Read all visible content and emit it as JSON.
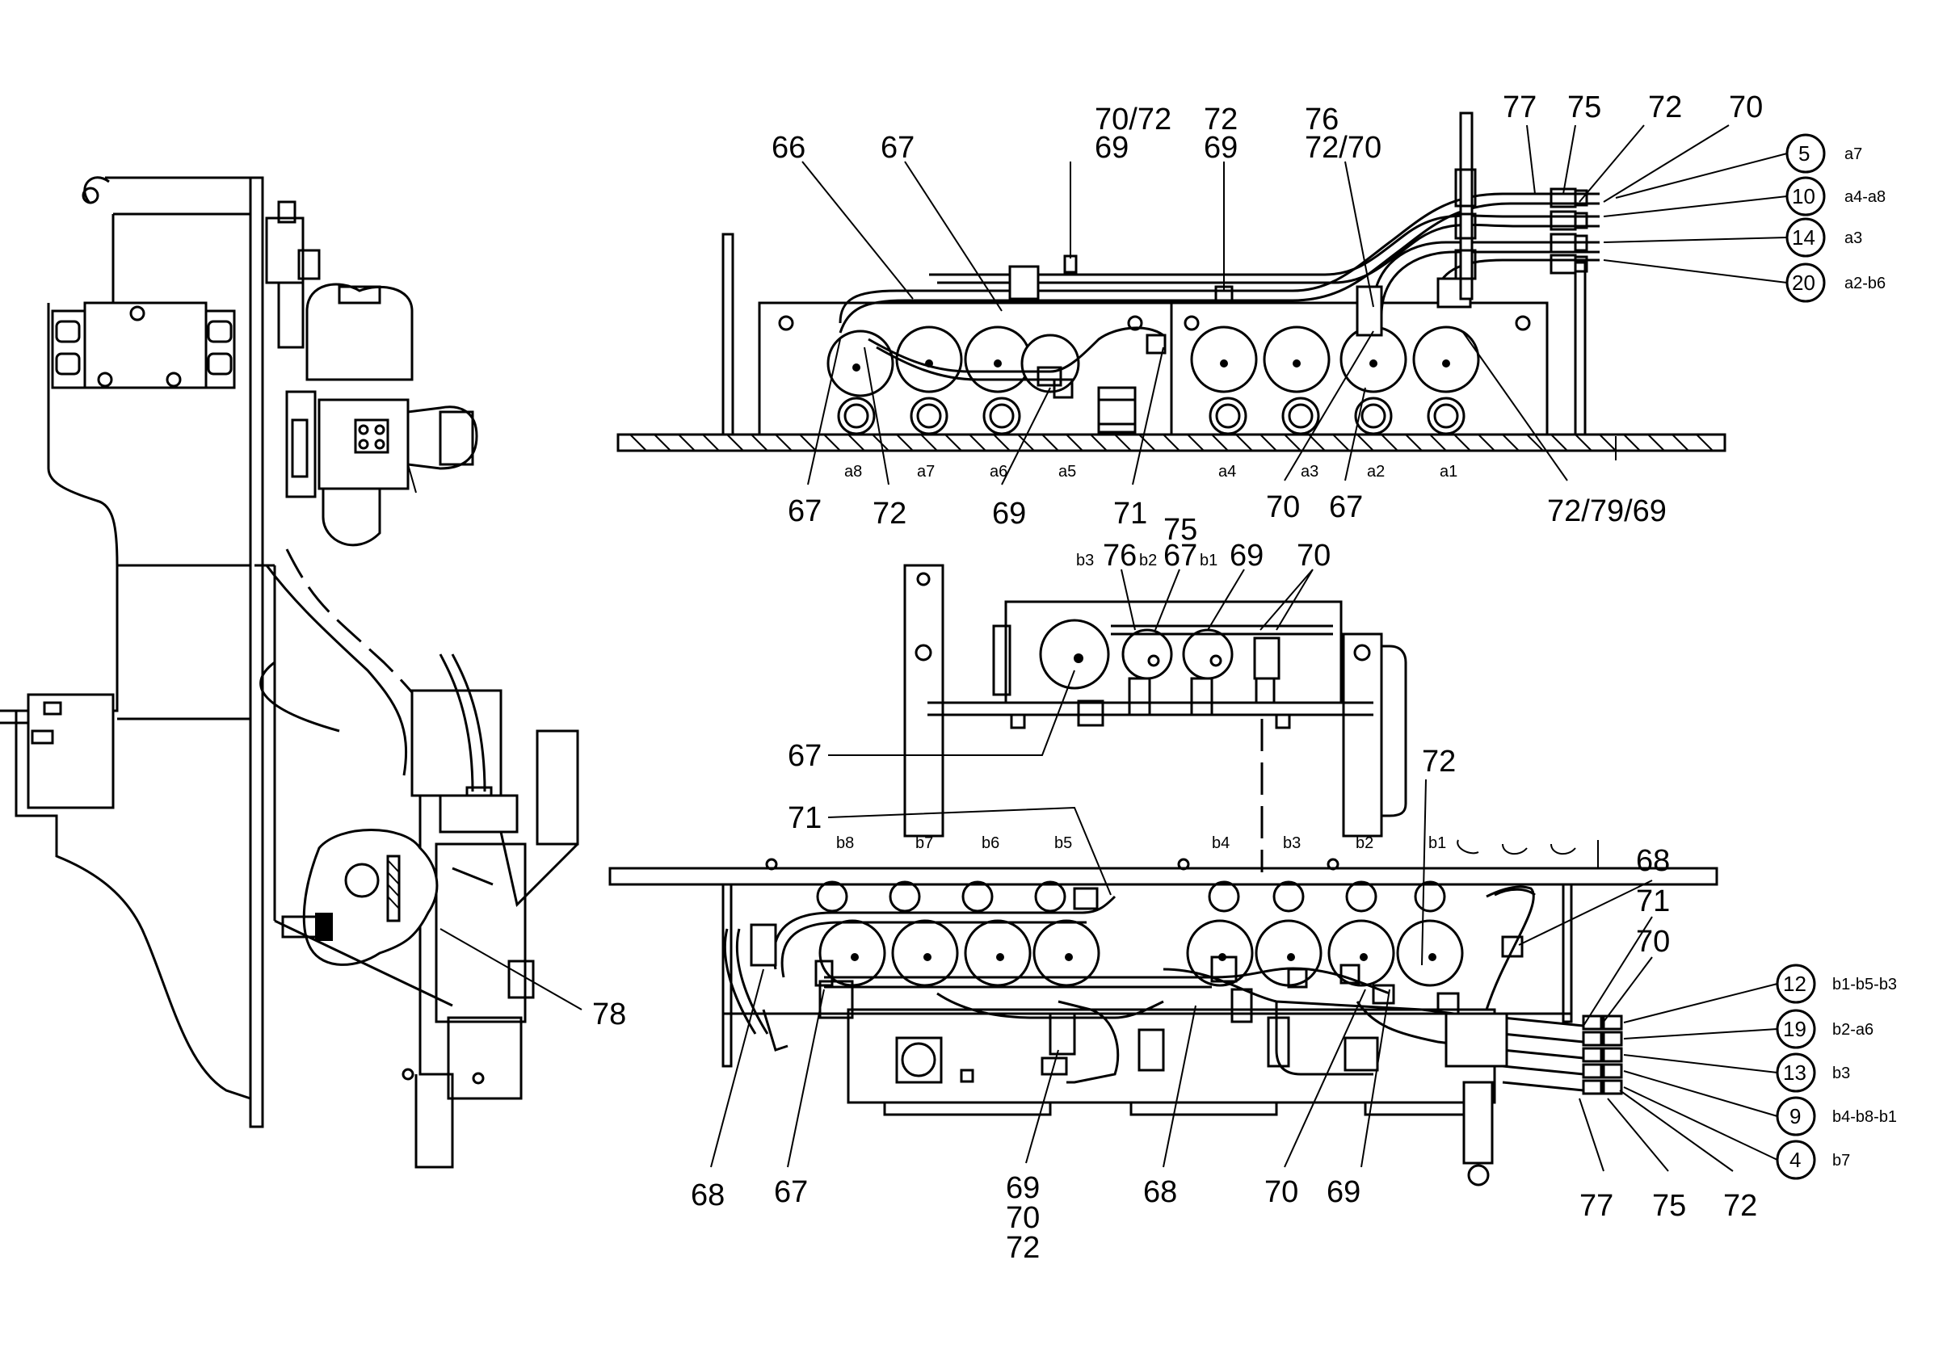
{
  "top_view": {
    "callouts_top": [
      "66",
      "67",
      "70/72",
      "69",
      "72",
      "69",
      "76",
      "72/70",
      "77",
      "75",
      "72",
      "70"
    ],
    "callouts_bottom": [
      "67",
      "72",
      "69",
      "71",
      "70",
      "67",
      "72/79/69"
    ],
    "sections": [
      "a8",
      "a7",
      "a6",
      "a5",
      "a4",
      "a3",
      "a2",
      "a1"
    ],
    "connectors": [
      {
        "num": "5",
        "label": "a7"
      },
      {
        "num": "10",
        "label": "a4-a8"
      },
      {
        "num": "14",
        "label": "a3"
      },
      {
        "num": "20",
        "label": "a2-b6"
      }
    ]
  },
  "bottom_view": {
    "upper_labels": [
      "b3",
      "76",
      "b2",
      "75",
      "67",
      "b1",
      "69",
      "70"
    ],
    "side_callouts": [
      "67",
      "71",
      "72"
    ],
    "sections": [
      "b8",
      "b7",
      "b6",
      "b5",
      "b4",
      "b3",
      "b2",
      "b1"
    ],
    "right_callouts": [
      "68",
      "71",
      "70"
    ],
    "connectors": [
      {
        "num": "12",
        "label": "b1-b5-b3"
      },
      {
        "num": "19",
        "label": "b2-a6"
      },
      {
        "num": "13",
        "label": "b3"
      },
      {
        "num": "9",
        "label": "b4-b8-b1"
      },
      {
        "num": "4",
        "label": "b7"
      }
    ],
    "callouts_bottom": [
      "68",
      "67",
      "69",
      "70",
      "72",
      "68",
      "70",
      "69",
      "77",
      "75",
      "72"
    ]
  },
  "side_view": {
    "callout": "78"
  }
}
